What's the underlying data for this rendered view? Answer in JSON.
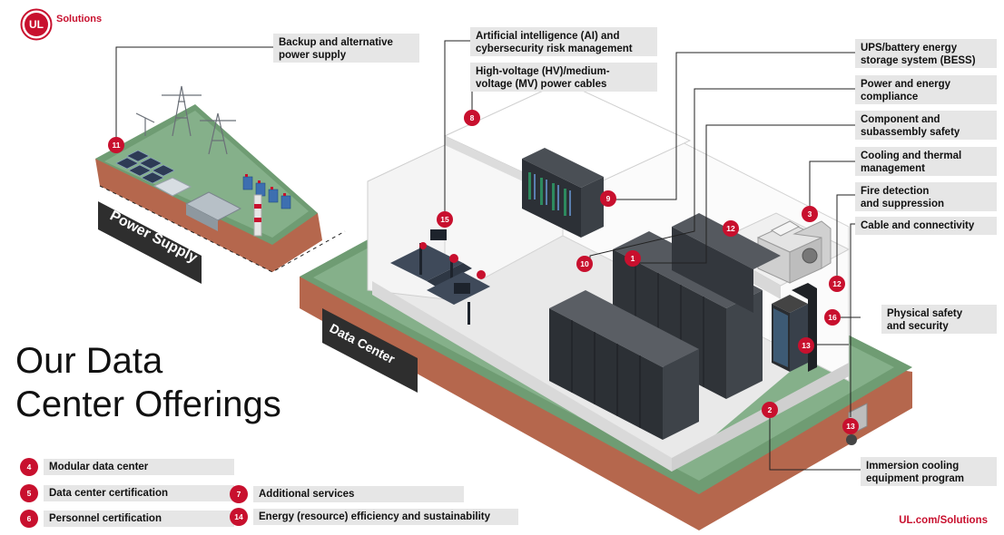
{
  "brand": {
    "logo_mark": "UL",
    "name": "Solutions",
    "url": "UL.com/Solutions",
    "accent_color": "#c8102e"
  },
  "title_line1": "Our Data",
  "title_line2": "Center Offerings",
  "zones": {
    "power_supply": "Power Supply",
    "data_center": "Data Center"
  },
  "markers": [
    {
      "n": "1"
    },
    {
      "n": "2"
    },
    {
      "n": "3"
    },
    {
      "n": "8"
    },
    {
      "n": "9"
    },
    {
      "n": "10"
    },
    {
      "n": "11"
    },
    {
      "n": "12"
    },
    {
      "n": "12"
    },
    {
      "n": "13"
    },
    {
      "n": "13"
    },
    {
      "n": "15"
    },
    {
      "n": "16"
    }
  ],
  "callouts": {
    "backup_power": "Backup and alternative\npower supply",
    "ai_cyber": "Artificial intelligence (AI) and\ncybersecurity risk management",
    "hv_mv": "High-voltage (HV)/medium-\nvoltage (MV) power cables",
    "ups": "UPS/battery energy\nstorage system (BESS)",
    "power_compliance": "Power and energy\ncompliance",
    "component_safety": "Component and\nsubassembly safety",
    "cooling": "Cooling and thermal\nmanagement",
    "fire": "Fire detection\nand suppression",
    "cable": "Cable and connectivity",
    "physical_safety": "Physical safety\nand security",
    "immersion": "Immersion cooling\nequipment program"
  },
  "legend": [
    {
      "n": "4",
      "label": "Modular data center"
    },
    {
      "n": "5",
      "label": "Data center certification"
    },
    {
      "n": "6",
      "label": "Personnel certification"
    },
    {
      "n": "7",
      "label": "Additional services"
    },
    {
      "n": "14",
      "label": "Energy (resource) efficiency and sustainability"
    }
  ]
}
